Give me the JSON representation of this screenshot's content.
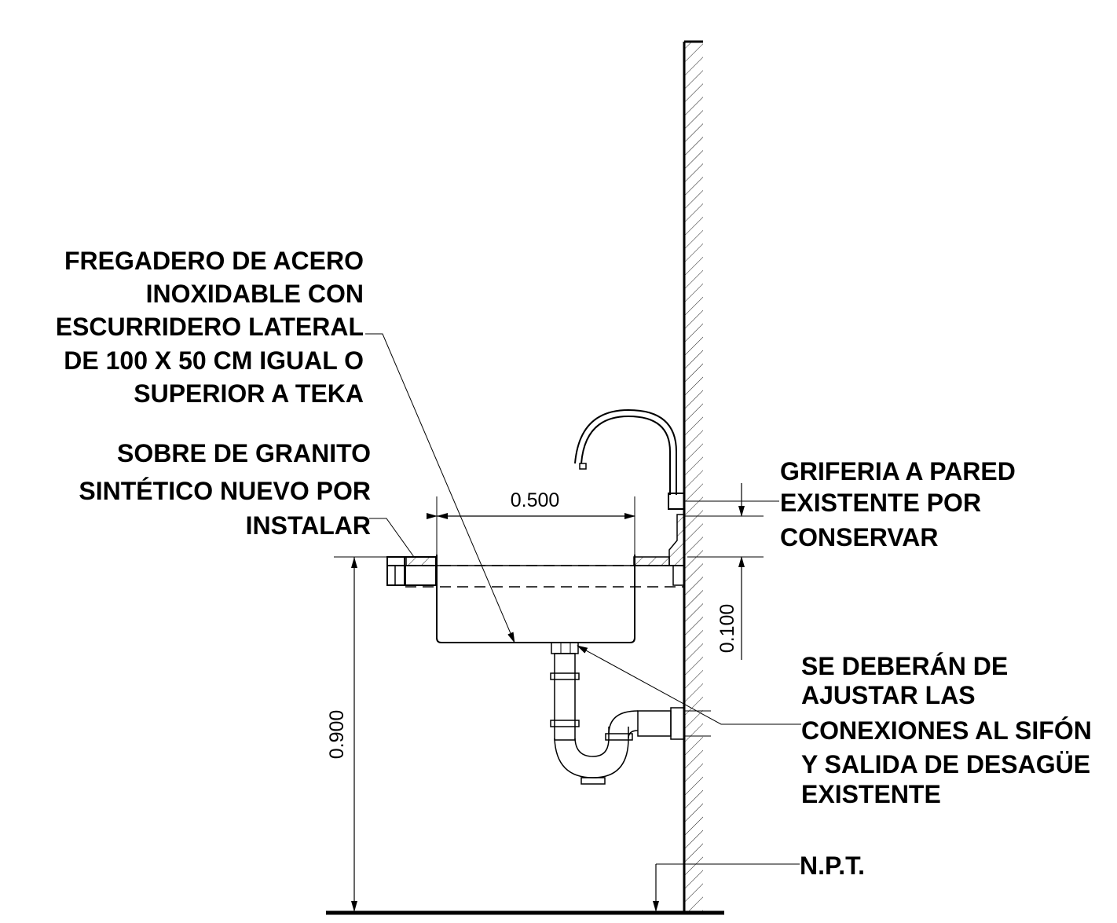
{
  "annotations": {
    "sink": [
      "FREGADERO DE ACERO",
      "INOXIDABLE CON",
      "ESCURRIDERO LATERAL",
      "DE 100 X 50 CM IGUAL O",
      "SUPERIOR A TEKA"
    ],
    "countertop": [
      "SOBRE DE GRANITO",
      "SINTÉTICO NUEVO POR",
      "INSTALAR"
    ],
    "faucet": [
      "GRIFERIA A PARED",
      "EXISTENTE POR",
      "CONSERVAR"
    ],
    "drain": [
      "SE DEBERÁN DE",
      "AJUSTAR LAS",
      "CONEXIONES AL SIFÓN",
      "Y SALIDA DE DESAGÜE",
      "EXISTENTE"
    ],
    "floor_level": "N.P.T."
  },
  "dimensions": {
    "sink_width": "0.500",
    "faucet_height": "0.100",
    "counter_height": "0.900"
  },
  "colors": {
    "line": "#000000",
    "background": "#ffffff"
  }
}
